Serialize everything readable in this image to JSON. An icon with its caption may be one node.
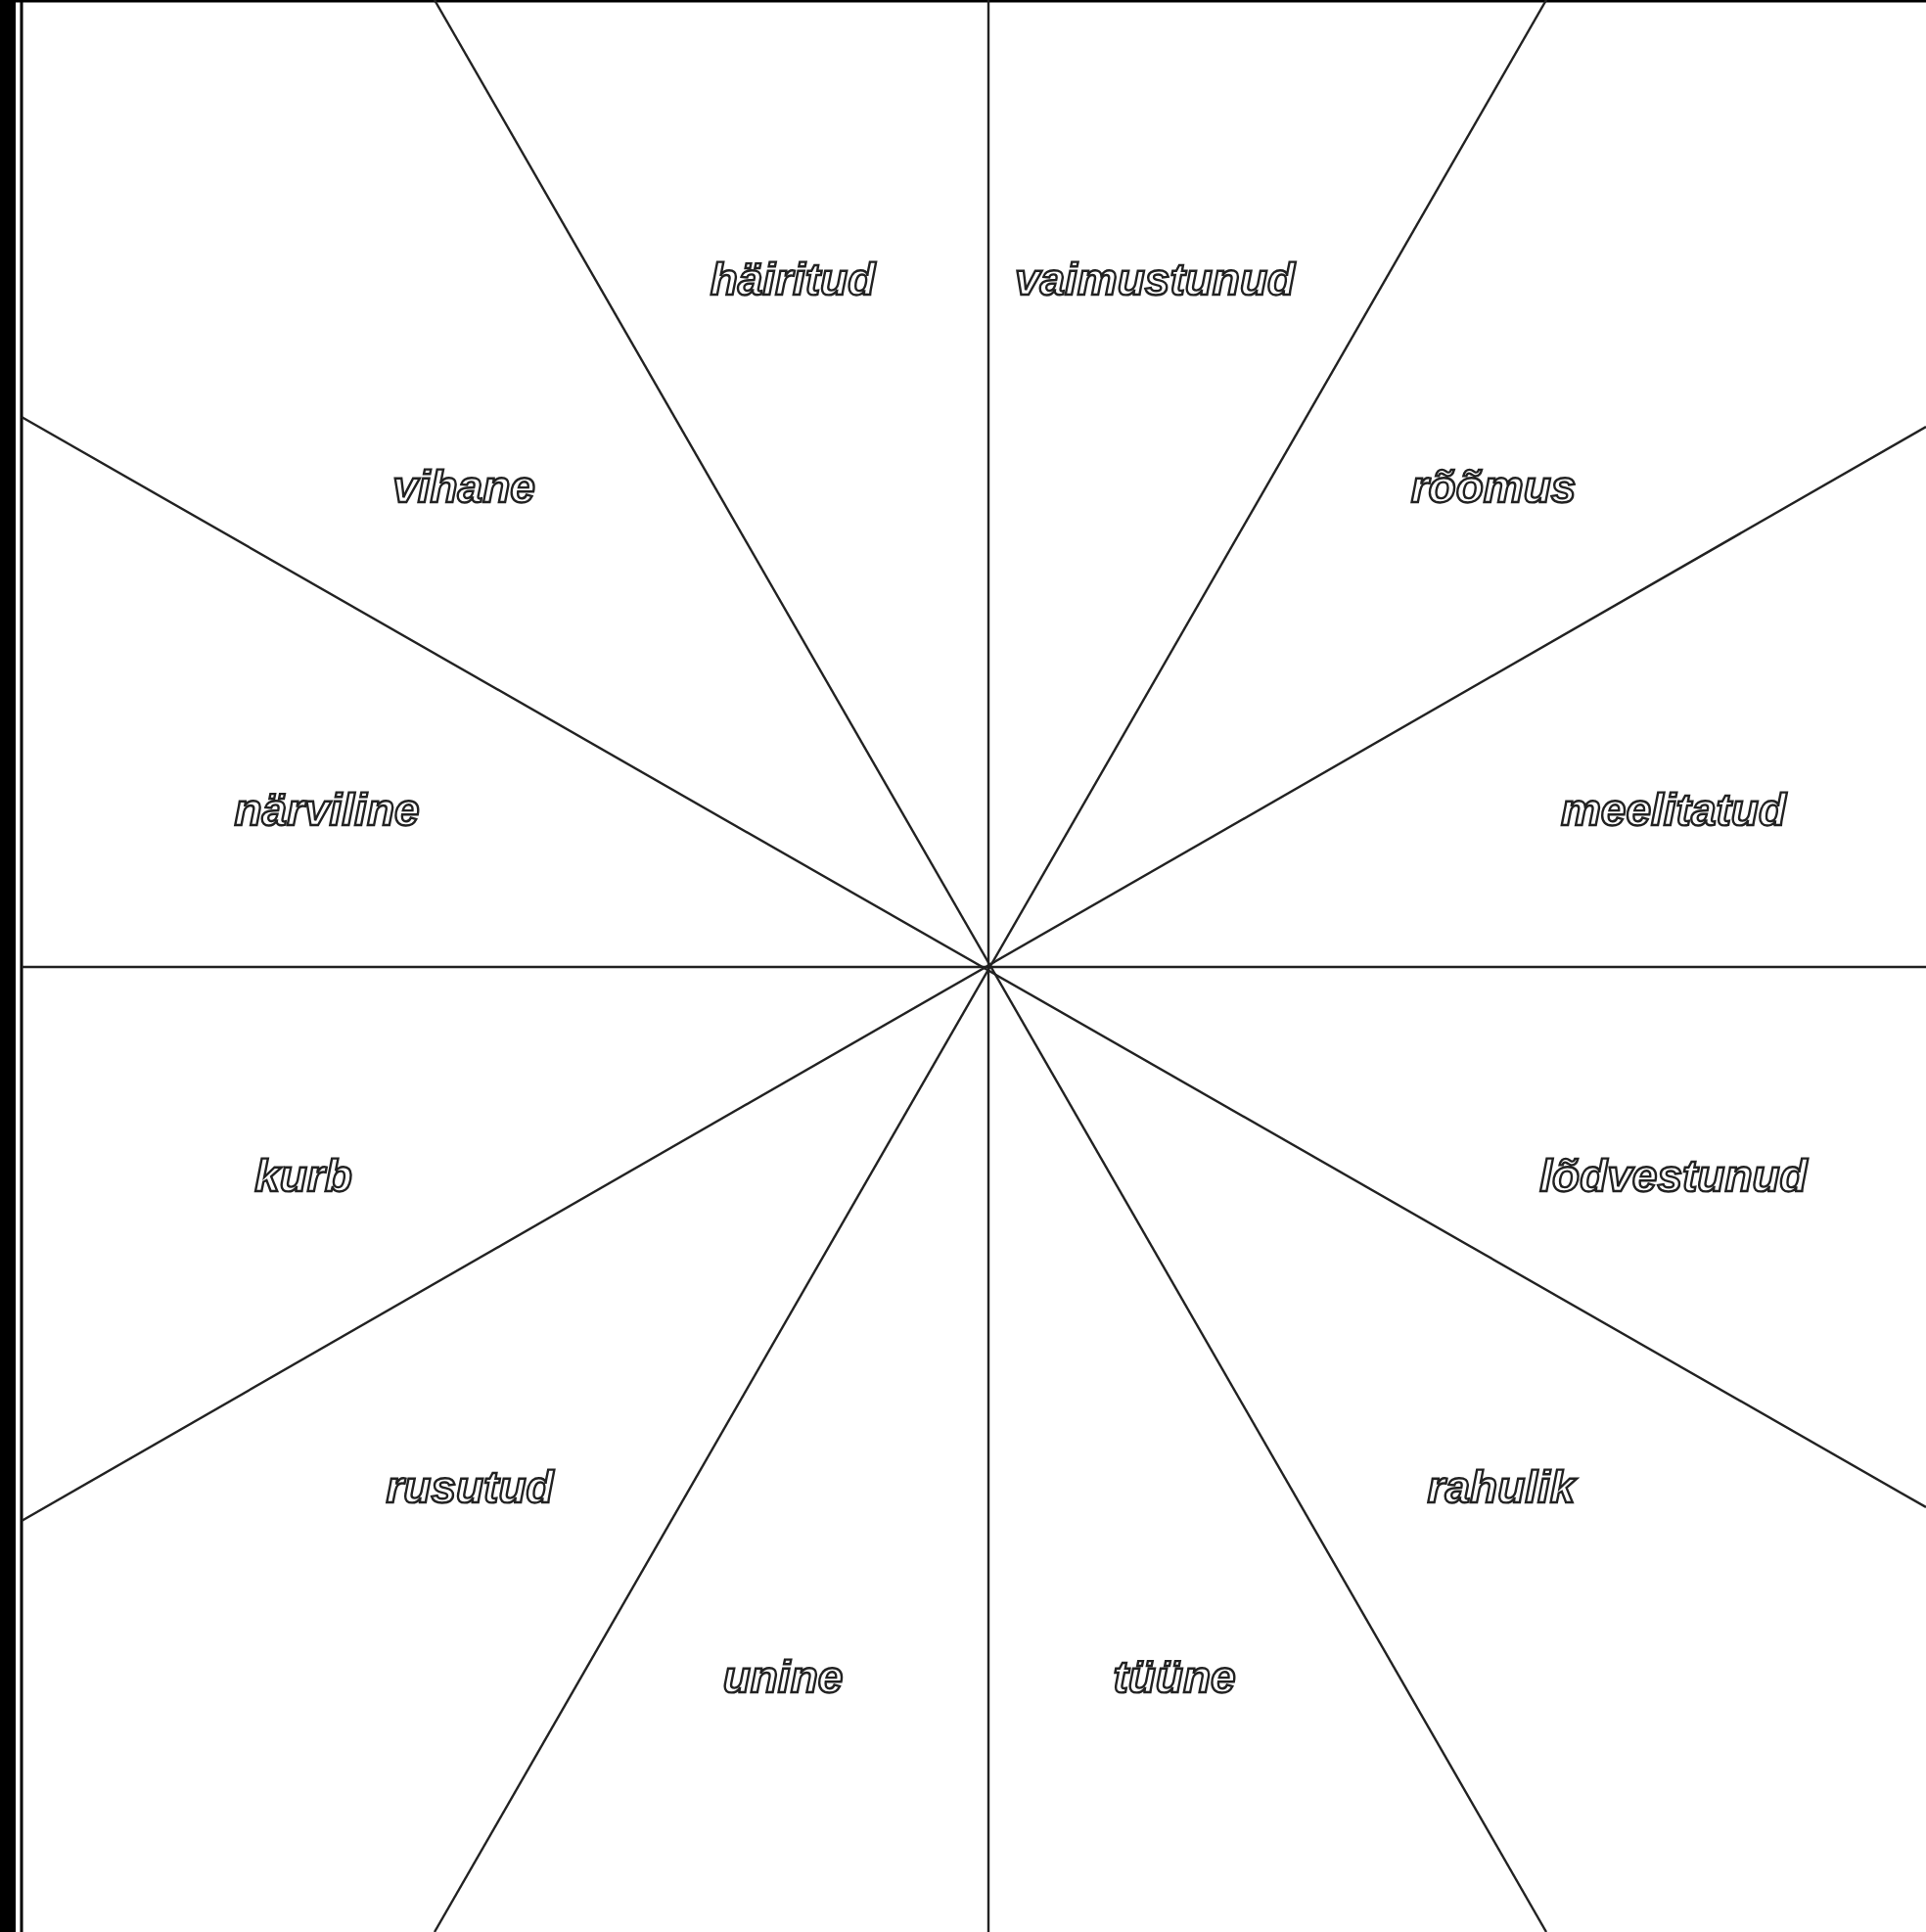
{
  "diagram": {
    "labels": [
      "häiritud",
      "vaimustunud",
      "vihane",
      "rõõmus",
      "närviline",
      "meelitatud",
      "kurb",
      "lõdvestunud",
      "rusutud",
      "rahulik",
      "unine",
      "tüüne"
    ]
  }
}
